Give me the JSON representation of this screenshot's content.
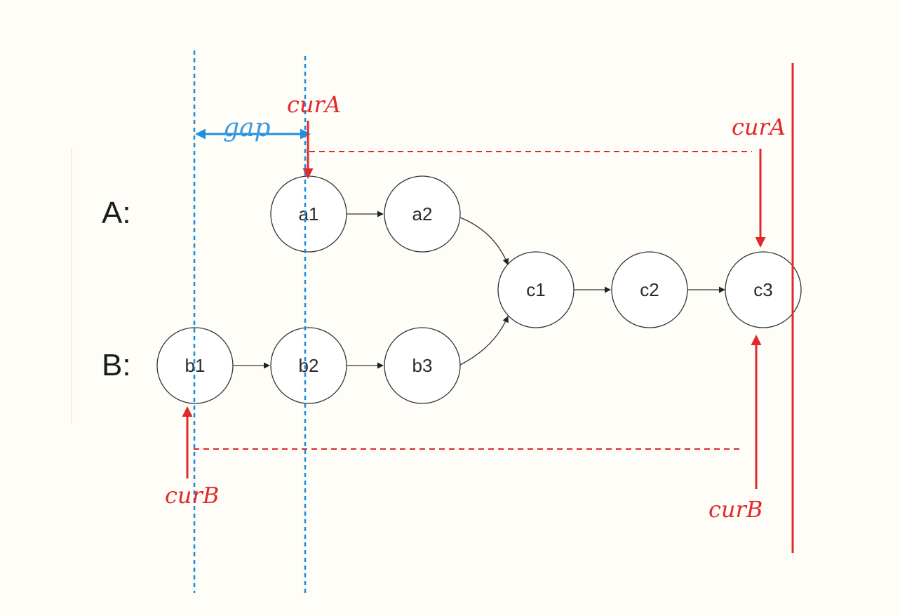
{
  "list_labels": {
    "a": "A:",
    "b": "B:"
  },
  "nodes": {
    "a1": "a1",
    "a2": "a2",
    "b1": "b1",
    "b2": "b2",
    "b3": "b3",
    "c1": "c1",
    "c2": "c2",
    "c3": "c3"
  },
  "annotations": {
    "gap": "gap",
    "cur_a_start": "curA",
    "cur_a_end": "curA",
    "cur_b_start": "curB",
    "cur_b_end": "curB"
  },
  "colors": {
    "pointer_red": "#e0292c",
    "gap_blue": "#1f8fe0",
    "node_stroke": "#333333",
    "background": "#fefdf8"
  }
}
